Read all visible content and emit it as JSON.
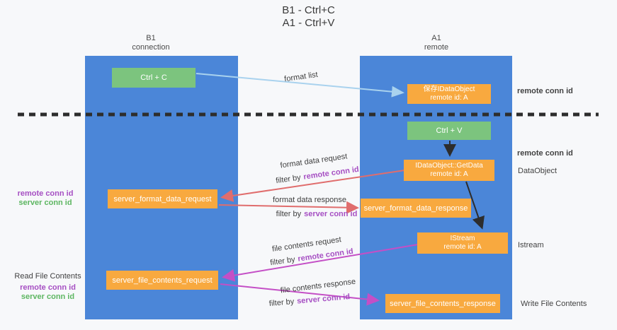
{
  "title": {
    "line1": "B1 - Ctrl+C",
    "line2": "A1 - Ctrl+V"
  },
  "lanes": {
    "left": {
      "name": "B1",
      "role": "connection"
    },
    "right": {
      "name": "A1",
      "role": "remote"
    }
  },
  "boxes": {
    "ctrl_c": {
      "label": "Ctrl + C"
    },
    "save_idataobject": {
      "title": "保存IDataObject",
      "subtitle": "remote id: A"
    },
    "ctrl_v": {
      "label": "Ctrl + V"
    },
    "getdata": {
      "title": "IDataObject::GetData",
      "subtitle": "remote id: A"
    },
    "server_format_data_request": {
      "label": "server_format_data_request"
    },
    "server_format_data_response": {
      "label": "server_format_data_response"
    },
    "istream": {
      "title": "IStream",
      "subtitle": "remote id: A"
    },
    "server_file_contents_request": {
      "label": "server_file_contents_request"
    },
    "server_file_contents_response": {
      "label": "server_file_contents_response"
    }
  },
  "arrows": {
    "format_list": {
      "label": "format list"
    },
    "format_data_request": {
      "label": "format data request",
      "filter_prefix": "filter by",
      "filter_key": "remote conn id"
    },
    "format_data_response": {
      "label": "format data response",
      "filter_prefix": "filter by",
      "filter_key": "server conn id"
    },
    "file_contents_request": {
      "label": "file contents request",
      "filter_prefix": "filter by",
      "filter_key": "remote conn id"
    },
    "file_contents_response": {
      "label": "file contents response",
      "filter_prefix": "filter by",
      "filter_key": "server conn id"
    }
  },
  "annotations": {
    "right_top_remote_conn_id": "remote conn id",
    "right_mid_remote_conn_id": "remote conn id",
    "dataobject": "DataObject",
    "istream": "Istream",
    "write_file_contents": "Write File Contents",
    "left_remote_conn_id": "remote conn id",
    "left_server_conn_id": "server conn id",
    "read_file_contents": "Read File Contents",
    "read_remote_conn_id": "remote conn id",
    "read_server_conn_id": "server conn id"
  },
  "colors": {
    "lane_blue": "#4b86d8",
    "box_green": "#7cc47e",
    "box_orange": "#f8a93f",
    "conn_id_purple": "#a64fc3",
    "conn_id_green": "#5db661",
    "arrow_red": "#e06d6d",
    "arrow_magenta": "#c44fc6",
    "arrow_lightblue": "#a9d2ee",
    "arrow_black": "#2d2d2d",
    "background": "#f7f8fa"
  }
}
